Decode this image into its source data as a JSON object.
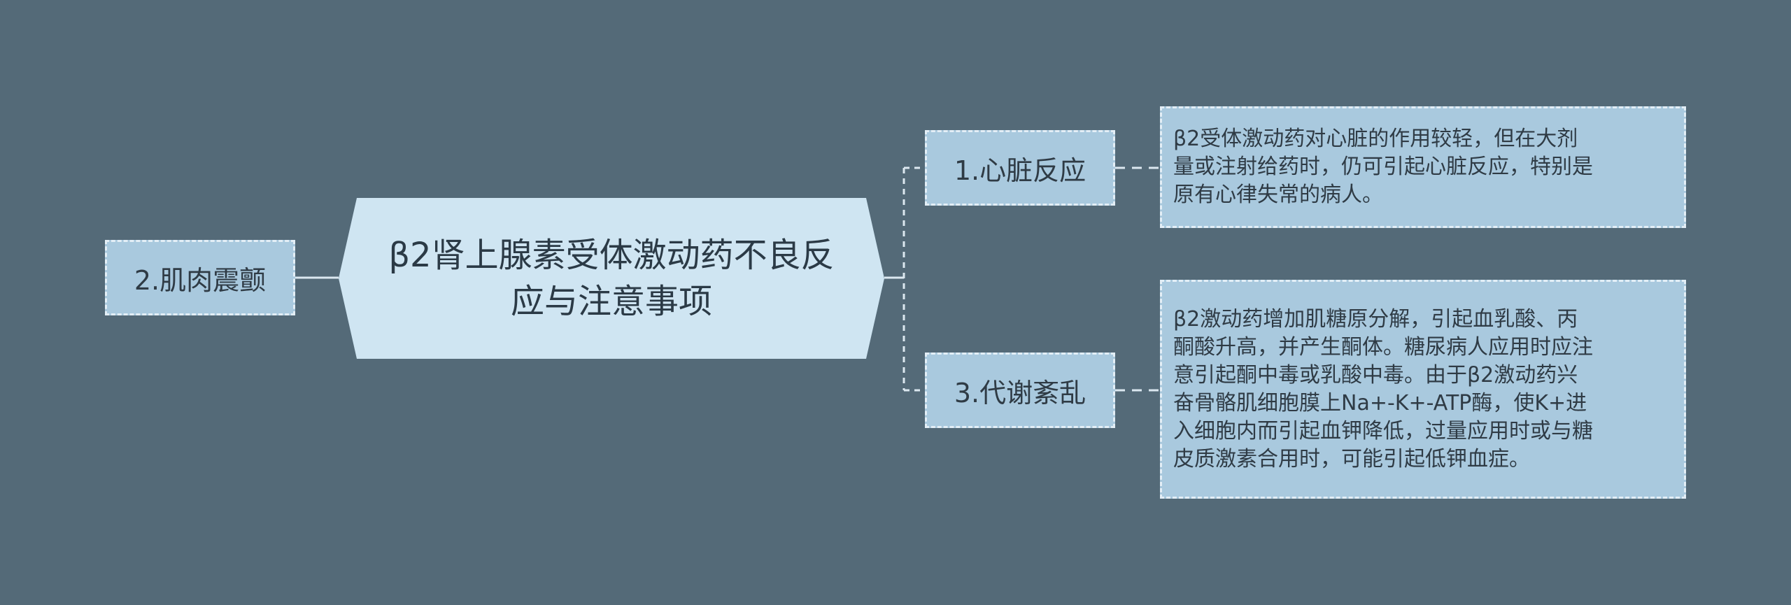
{
  "center": {
    "title": "β2肾上腺素受体激动药不良反应与注意事项"
  },
  "left_branch": {
    "label": "2.肌肉震颤"
  },
  "right_branches": [
    {
      "label": "1.心脏反应",
      "description": "β2受体激动药对心脏的作用较轻，但在大剂\n量或注射给药时，仍可引起心脏反应，特别是\n原有心律失常的病人。"
    },
    {
      "label": "3.代谢紊乱",
      "description": "β2激动药增加肌糖原分解，引起血乳酸、丙\n酮酸升高，并产生酮体。糖尿病人应用时应注\n意引起酮中毒或乳酸中毒。由于β2激动药兴\n奋骨骼肌细胞膜上Na+-K+-ATP酶，使K+进\n入细胞内而引起血钾降低，过量应用时或与糖\n皮质激素合用时，可能引起低钾血症。"
    }
  ],
  "colors": {
    "background": "#546a78",
    "center_fill": "#cfe5f2",
    "node_fill": "#a9c9de",
    "dashed_border": "#e3eef6",
    "connector": "#dce8f0"
  }
}
